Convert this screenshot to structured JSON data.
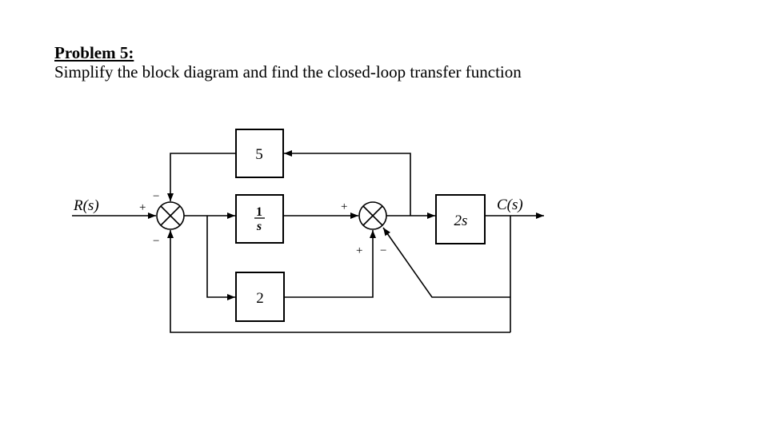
{
  "problem": {
    "heading": "Problem 5:",
    "instruction": "Simplify the block diagram and find the closed-loop transfer function"
  },
  "diagram": {
    "input_label": "R(s)",
    "output_label": "C(s)",
    "blocks": {
      "feedback_gain": "5",
      "integrator_num": "1",
      "integrator_den": "s",
      "feedforward_gain": "2",
      "plant": "2s"
    },
    "summing_junction_1": {
      "input_sign": "+",
      "top_sign": "−",
      "bottom_sign": "−"
    },
    "summing_junction_2": {
      "input_sign": "+",
      "bottom_left_sign": "+",
      "bottom_right_sign": "−"
    }
  }
}
